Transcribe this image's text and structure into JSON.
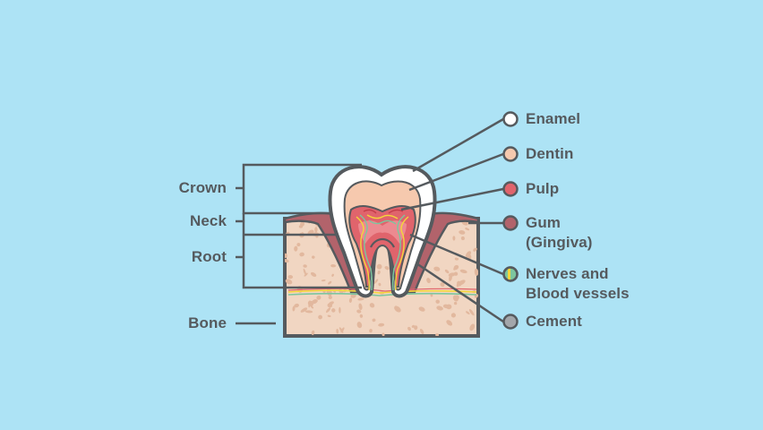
{
  "left_labels": {
    "crown": "Crown",
    "neck": "Neck",
    "root": "Root",
    "bone": "Bone"
  },
  "right_labels": {
    "enamel": "Enamel",
    "dentin": "Dentin",
    "pulp": "Pulp",
    "gum_line1": "Gum",
    "gum_line2": "(Gingiva)",
    "nerves_line1": "Nerves and",
    "nerves_line2": "Blood vessels",
    "cement": "Cement"
  },
  "colors": {
    "background": "#ade3f5",
    "outline": "#555a5e",
    "enamel": "#ffffff",
    "dentin": "#f6c9ae",
    "pulp": "#e0646c",
    "gum": "#b2636b",
    "bone": "#f1d6c2",
    "bone_spots": "#e2b89e",
    "nerve_yellow": "#f4d63a",
    "nerve_green": "#7cc69f",
    "cement": "#a3a6aa"
  },
  "icons": {
    "enamel": "enamel-dot-icon",
    "dentin": "dentin-dot-icon",
    "pulp": "pulp-dot-icon",
    "gum": "gum-dot-icon",
    "nerves": "nerves-dot-icon",
    "cement": "cement-dot-icon"
  }
}
